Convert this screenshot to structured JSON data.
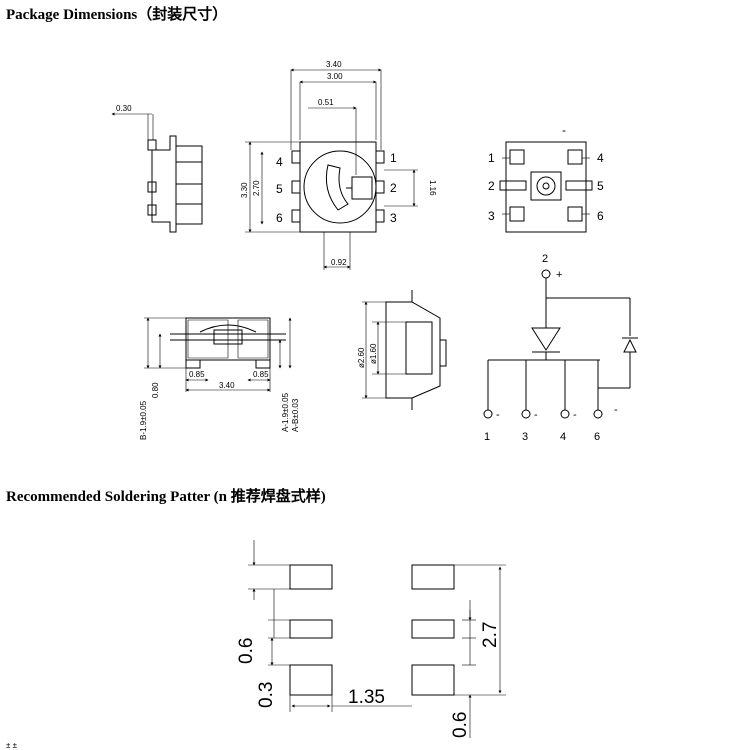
{
  "headings": {
    "package_dimensions": "Package Dimensions（封装尺寸）",
    "soldering_pattern": "Recommended Soldering Patter (n 推荐焊盘式样)"
  },
  "top_view": {
    "dims": {
      "overall_width": "3.40",
      "body_width": "3.00",
      "lens_offset": "0.51",
      "height": "3.30",
      "inner_height": "2.70",
      "pad_height": "1.16",
      "lead_width": "0.92"
    },
    "pins_left": [
      "4",
      "5",
      "6"
    ],
    "pins_right": [
      "1",
      "2",
      "3"
    ]
  },
  "side_view": {
    "thickness": "0.30"
  },
  "bottom_view": {
    "pins_left": [
      "1",
      "2",
      "3"
    ],
    "pins_right": [
      "4",
      "5",
      "6"
    ],
    "marker": "-"
  },
  "front_view": {
    "dims": {
      "lead_a": "0.85",
      "lead_b": "0.85",
      "width": "3.40",
      "height_b": "B-1.9±0.05",
      "height_b2": "0.80",
      "height_a": "A-1.9±0.05",
      "height_a2": "A-B±0.03"
    }
  },
  "section_view": {
    "outer_dia": "ø2.60",
    "inner_dia": "ø1.60"
  },
  "schematic": {
    "top_pin": "2",
    "top_sign": "+",
    "bottom_pins": [
      "1",
      "3",
      "4",
      "6"
    ],
    "bottom_sign": "-"
  },
  "solder_pattern": {
    "dim_0_6_left": "0.6",
    "dim_0_3": "0.3",
    "dim_1_35": "1.35",
    "dim_2_7": "2.7",
    "dim_0_6_right": "0.6"
  },
  "footer_fragment": "±  ±"
}
